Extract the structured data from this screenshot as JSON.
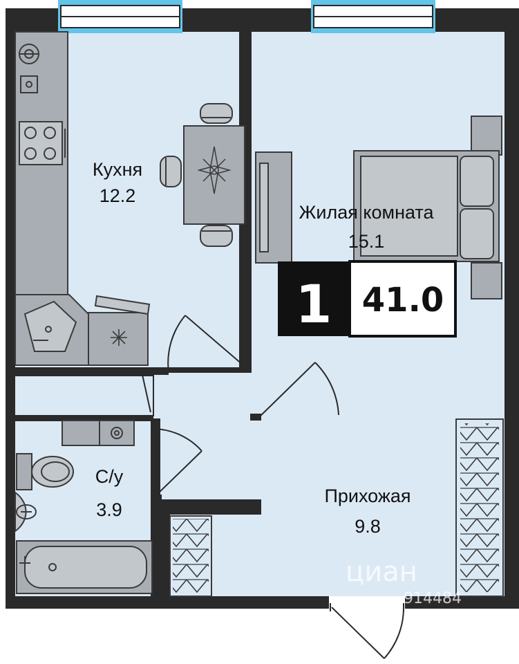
{
  "colors": {
    "wall": "#2a2a2a",
    "floor": "#dbe9f5",
    "furniture": "#a8aeb4",
    "furniture_stroke": "#3a3a3a",
    "window": "#63c4ea",
    "badge_dark": "#111111",
    "badge_light": "#ffffff"
  },
  "rooms": {
    "kitchen": {
      "name": "Кухня",
      "area": "12.2"
    },
    "living": {
      "name": "Жилая комната",
      "area": "15.1"
    },
    "bathroom": {
      "name": "С/у",
      "area": "3.9"
    },
    "hallway": {
      "name": "Прихожая",
      "area": "9.8"
    }
  },
  "summary": {
    "room_count": "1",
    "total_area": "41.0"
  },
  "watermark": {
    "brand": "циан",
    "code": "914484"
  },
  "icons": [
    "stove-icon",
    "sink-icon",
    "toilet-icon",
    "bathtub-icon",
    "washbasin-icon",
    "bed-icon",
    "dining-table-icon",
    "wardrobe-icon",
    "window-icon",
    "door-icon",
    "boiler-icon",
    "fridge-icon"
  ]
}
